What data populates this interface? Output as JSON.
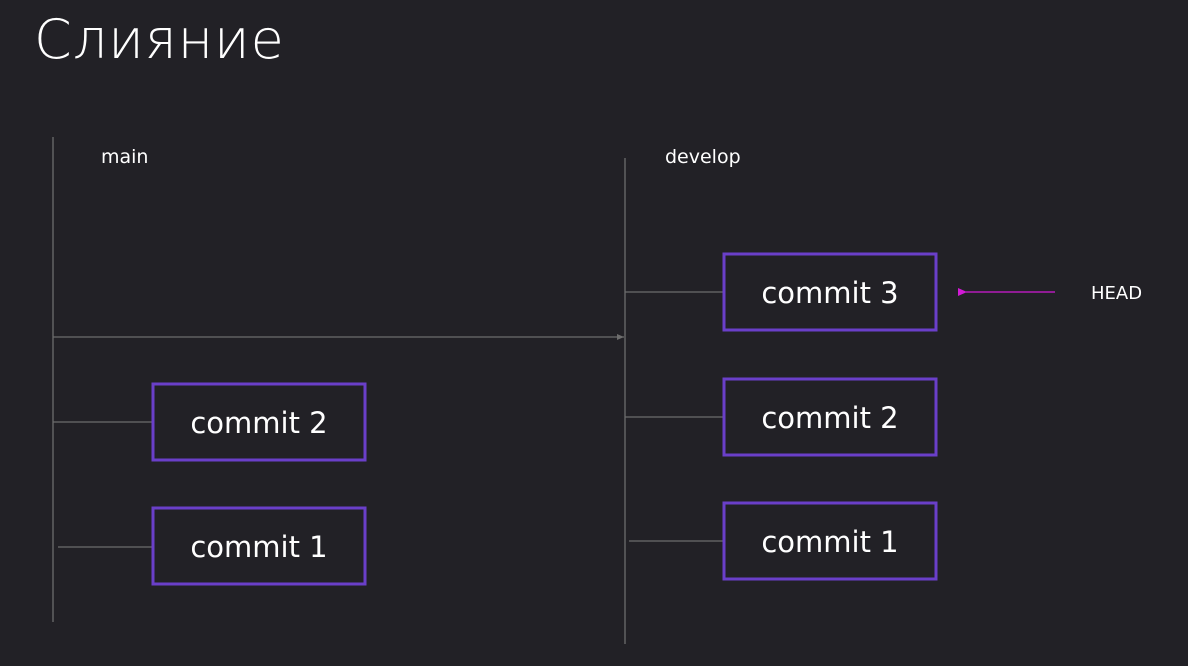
{
  "title": "Слияние",
  "colors": {
    "background": "#222126",
    "commit_border": "#6a3fc9",
    "line": "#6d6d6d",
    "head_arrow": "#d21ad6",
    "text": "#ffffff"
  },
  "branches": {
    "main": {
      "label": "main",
      "commits": [
        "commit 2",
        "commit 1"
      ]
    },
    "develop": {
      "label": "develop",
      "commits": [
        "commit 3",
        "commit 2",
        "commit 1"
      ]
    }
  },
  "head": {
    "label": "HEAD"
  }
}
